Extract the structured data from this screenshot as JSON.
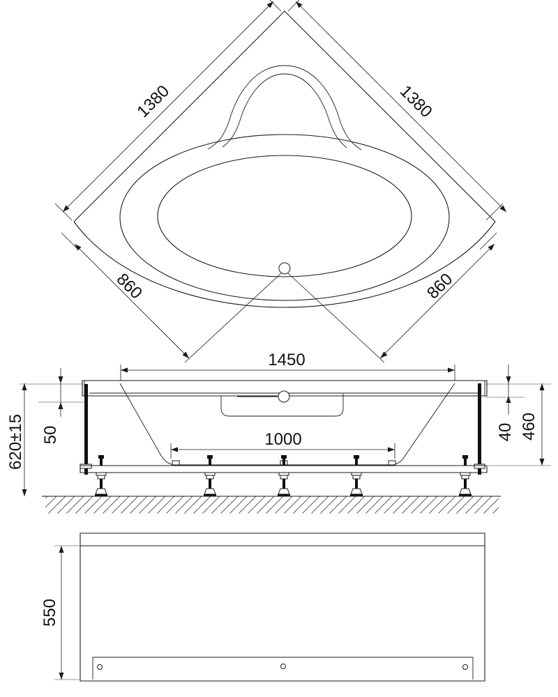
{
  "drawing": {
    "title": "corner-bathtub-technical-drawing",
    "line_color": "#1a1a1a",
    "guide_color": "#9a9a9a",
    "top_view": {
      "wall_side_left_mm": "1380",
      "wall_side_right_mm": "1380",
      "front_edge_left_mm": "860",
      "front_edge_right_mm": "860"
    },
    "side_view": {
      "inner_width_top_mm": "1450",
      "inner_width_bottom_mm": "1000",
      "total_height_mm": "620±15",
      "rim_drop_mm": "50",
      "rim_thickness_mm": "40",
      "shell_height_mm": "460"
    },
    "front_view": {
      "panel_height_mm": "550"
    }
  }
}
